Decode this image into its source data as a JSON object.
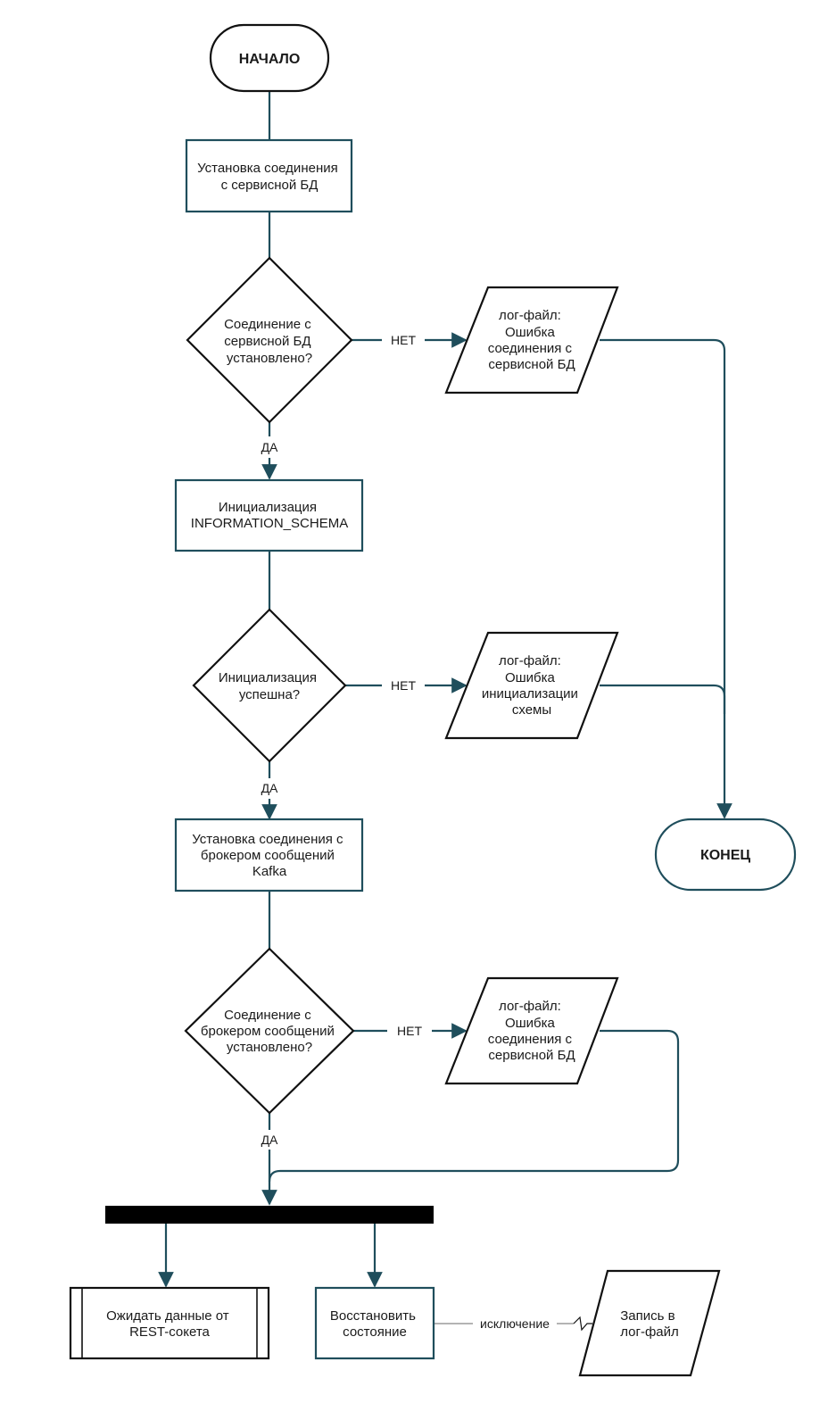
{
  "colors": {
    "stroke": "#1f4e5c",
    "shape_outline": "#111111",
    "fill": "#ffffff",
    "fork_bar": "#000000",
    "exception_line": "#888888"
  },
  "nodes": {
    "start": "НАЧАЛО",
    "end": "КОНЕЦ",
    "connect_db": [
      "Установка соединения",
      "с сервисной БД"
    ],
    "check_db": [
      "Соединение с",
      "сервисной БД",
      "установлено?"
    ],
    "log_db_error": [
      "лог-файл:",
      "Ошибка",
      "соединения с",
      "сервисной БД"
    ],
    "init_schema": [
      "Инициализация",
      "INFORMATION_SCHEMA"
    ],
    "check_init": [
      "Инициализация",
      "успешна?"
    ],
    "log_init_error": [
      "лог-файл:",
      "Ошибка",
      "инициализации",
      "схемы"
    ],
    "connect_kafka": [
      "Установка соединения с",
      "брокером сообщений",
      "Kafka"
    ],
    "check_kafka": [
      "Соединение с",
      "брокером сообщений",
      "установлено?"
    ],
    "log_kafka_error": [
      "лог-файл:",
      "Ошибка",
      "соединения с",
      "сервисной БД"
    ],
    "wait_rest": [
      "Ожидать данные от",
      "REST-сокета"
    ],
    "restore_state": [
      "Восстановить",
      "состояние"
    ],
    "write_log": [
      "Запись в",
      "лог-файл"
    ]
  },
  "edge_labels": {
    "yes": "ДА",
    "no": "НЕТ",
    "exception": "исключение"
  }
}
